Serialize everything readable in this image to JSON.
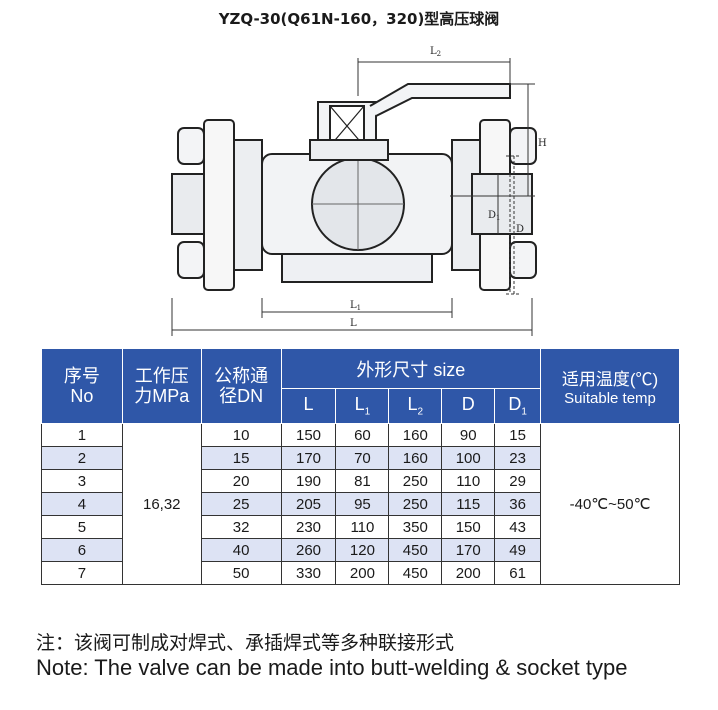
{
  "title": "YZQ-30(Q61N-160，320)型高压球阀",
  "drawing": {
    "dim_labels": [
      "L2",
      "H",
      "D",
      "D1",
      "L1",
      "L"
    ]
  },
  "table": {
    "header": {
      "no_cn": "序号",
      "no_en": "No",
      "pressure_cn": "工作压",
      "pressure_en": "力MPa",
      "dn_cn": "公称通",
      "dn_en": "径DN",
      "size_group": "外形尺寸 size",
      "temp_cn": "适用温度(℃)",
      "temp_en": "Suitable temp",
      "dims": [
        {
          "main": "L",
          "sub": ""
        },
        {
          "main": "L",
          "sub": "1"
        },
        {
          "main": "L",
          "sub": "2"
        },
        {
          "main": "D",
          "sub": ""
        },
        {
          "main": "D",
          "sub": "1"
        }
      ]
    },
    "pressure": "16,32",
    "temp_range": "-40℃~50℃",
    "rows": [
      {
        "no": "1",
        "dn": "10",
        "L": "150",
        "L1": "60",
        "L2": "160",
        "D": "90",
        "D1": "15"
      },
      {
        "no": "2",
        "dn": "15",
        "L": "170",
        "L1": "70",
        "L2": "160",
        "D": "100",
        "D1": "23"
      },
      {
        "no": "3",
        "dn": "20",
        "L": "190",
        "L1": "81",
        "L2": "250",
        "D": "110",
        "D1": "29"
      },
      {
        "no": "4",
        "dn": "25",
        "L": "205",
        "L1": "95",
        "L2": "250",
        "D": "115",
        "D1": "36"
      },
      {
        "no": "5",
        "dn": "32",
        "L": "230",
        "L1": "110",
        "L2": "350",
        "D": "150",
        "D1": "43"
      },
      {
        "no": "6",
        "dn": "40",
        "L": "260",
        "L1": "120",
        "L2": "450",
        "D": "170",
        "D1": "49"
      },
      {
        "no": "7",
        "dn": "50",
        "L": "330",
        "L1": "200",
        "L2": "450",
        "D": "200",
        "D1": "61"
      }
    ]
  },
  "note_cn": "注：该阀可制成对焊式、承插焊式等多种联接形式",
  "note_en": "Note: The valve can be made into butt-welding & socket type"
}
